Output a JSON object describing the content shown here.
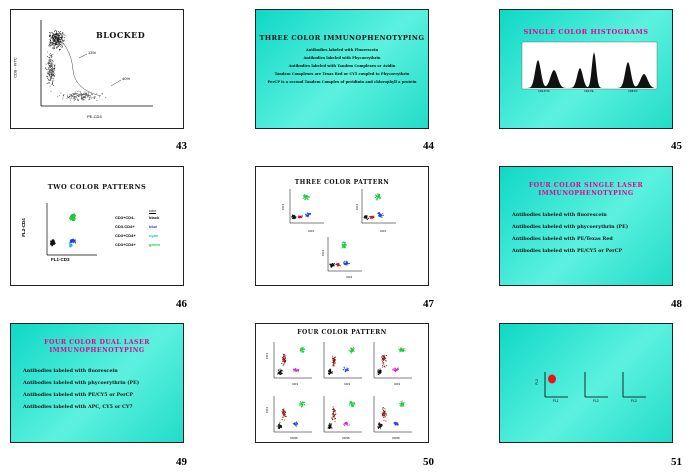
{
  "slides": [
    {
      "number": "43",
      "title": "BLOCKED",
      "y_label": "CD8 - FITC",
      "x_label": "PE-CD4",
      "pct_a": "13%",
      "pct_b": "40%"
    },
    {
      "number": "44",
      "title": "THREE COLOR IMMUNOPHENOTYPING",
      "lines": [
        "Antibodies labeled with Fluorescein",
        "Antibodies labeled with Phycoerythrin",
        "Antibodies labeled with Tandem Complexes or Avidin",
        "Tandem Complexes are Texas Red or CY5 coupled to Phycoerythrin",
        "PerCP is a second Tandem Complex of peridinin and chlorophyll a protein"
      ]
    },
    {
      "number": "45",
      "title": "SINGLE COLOR HISTOGRAMS",
      "panel_labels": [
        "CD3-FITC",
        "CD4-PE",
        "CD8-PC"
      ]
    },
    {
      "number": "46",
      "title": "TWO COLOR PATTERNS",
      "y_label": "FL2-CD4",
      "x_label": "FL1-CD3",
      "legend_header": "color",
      "legend": [
        {
          "label": "CD3+CD4-",
          "color_name": "black",
          "color": "#111111"
        },
        {
          "label": "CD3-CD4+",
          "color_name": "blue",
          "color": "#1f3fe0"
        },
        {
          "label": "CD3+CD4+",
          "color_name": "cyan",
          "color": "#19b8e8"
        },
        {
          "label": "CD3+CD4+",
          "color_name": "green",
          "color": "#18c93c"
        }
      ]
    },
    {
      "number": "47",
      "title": "THREE COLOR PATTERN",
      "y_label": "CD4",
      "x_label": "CD3"
    },
    {
      "number": "48",
      "title_line1": "FOUR COLOR SINGLE LASER",
      "title_line2": "IMMUNOPHENOTYPING",
      "bullets": [
        "Antibodies labeled with fluorescein",
        "Antibodies labeled with phycoerythrin (PE)",
        "Antibodies labeled with PE/Texas Red",
        "Antibodies labeled with PE/CY5 or PerCP"
      ]
    },
    {
      "number": "49",
      "title_line1": "FOUR COLOR DUAL LASER",
      "title_line2": "IMMUNOPHENOTYPING",
      "bullets": [
        "Antibodies labeled with fluorescein",
        "Antibodies labeled with phycoerythrin (PE)",
        "Antibodies labeled with PE/CY5 or PerCP",
        "Antibodies labeled with APC, CY5 or CY7"
      ]
    },
    {
      "number": "50",
      "title": "FOUR COLOR PATTERN",
      "y_label": "CD4",
      "x_label_top": "CD3",
      "x_label_bottom": "CD56"
    },
    {
      "number": "51",
      "y_label": "FL2",
      "x_labels": [
        "FL1",
        "FL3",
        "FL3"
      ]
    }
  ]
}
